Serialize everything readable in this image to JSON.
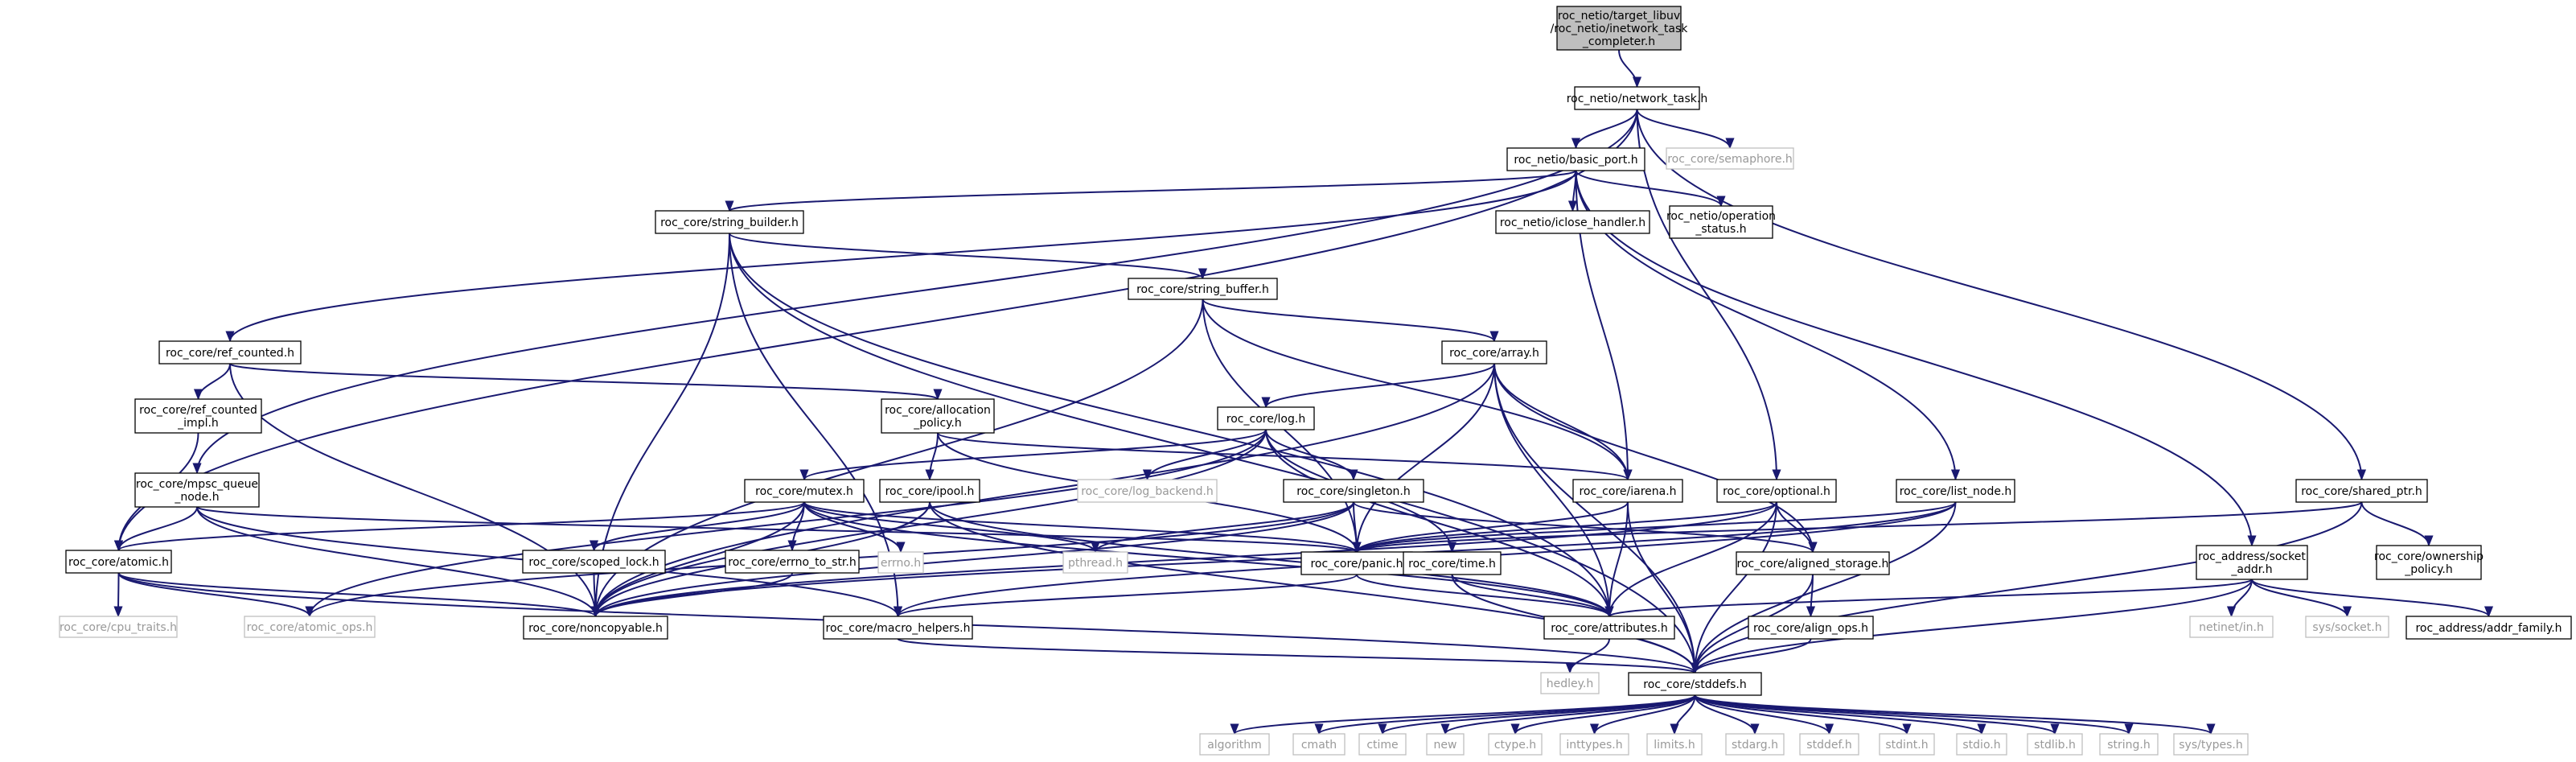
{
  "colors": {
    "edge": "#191970",
    "box_border": "#000000",
    "box_gray_border": "#bfbfbf",
    "root_fill": "#bfbfbf",
    "gray_text": "#999999"
  },
  "nodes": {
    "root": [
      "roc_netio/target_libuv",
      "/roc_netio/inetwork_task",
      "_completer.h"
    ],
    "network_task": [
      "roc_netio/network_task.h"
    ],
    "semaphore": [
      "roc_core/semaphore.h"
    ],
    "basic_port": [
      "roc_netio/basic_port.h"
    ],
    "string_builder": [
      "roc_core/string_builder.h"
    ],
    "iclose_handler": [
      "roc_netio/iclose_handler.h"
    ],
    "operation_status": [
      "roc_netio/operation",
      "_status.h"
    ],
    "string_buffer": [
      "roc_core/string_buffer.h"
    ],
    "ref_counted": [
      "roc_core/ref_counted.h"
    ],
    "array": [
      "roc_core/array.h"
    ],
    "ref_counted_impl": [
      "roc_core/ref_counted",
      "_impl.h"
    ],
    "allocation_policy": [
      "roc_core/allocation",
      "_policy.h"
    ],
    "log": [
      "roc_core/log.h"
    ],
    "mpsc_queue_node": [
      "roc_core/mpsc_queue",
      "_node.h"
    ],
    "mutex": [
      "roc_core/mutex.h"
    ],
    "ipool": [
      "roc_core/ipool.h"
    ],
    "log_backend": [
      "roc_core/log_backend.h"
    ],
    "singleton": [
      "roc_core/singleton.h"
    ],
    "iarena": [
      "roc_core/iarena.h"
    ],
    "optional": [
      "roc_core/optional.h"
    ],
    "list_node": [
      "roc_core/list_node.h"
    ],
    "shared_ptr": [
      "roc_core/shared_ptr.h"
    ],
    "atomic": [
      "roc_core/atomic.h"
    ],
    "scoped_lock": [
      "roc_core/scoped_lock.h"
    ],
    "errno_to_str": [
      "roc_core/errno_to_str.h"
    ],
    "errno": [
      "errno.h"
    ],
    "pthread": [
      "pthread.h"
    ],
    "panic": [
      "roc_core/panic.h"
    ],
    "aligned_storage": [
      "roc_core/aligned_storage.h"
    ],
    "socket_addr": [
      "roc_address/socket",
      "_addr.h"
    ],
    "ownership_policy": [
      "roc_core/ownership",
      "_policy.h"
    ],
    "cpu_traits": [
      "roc_core/cpu_traits.h"
    ],
    "atomic_ops": [
      "roc_core/atomic_ops.h"
    ],
    "noncopyable": [
      "roc_core/noncopyable.h"
    ],
    "macro_helpers": [
      "roc_core/macro_helpers.h"
    ],
    "time": [
      "roc_core/time.h"
    ],
    "attributes": [
      "roc_core/attributes.h"
    ],
    "align_ops": [
      "roc_core/align_ops.h"
    ],
    "netinet_in": [
      "netinet/in.h"
    ],
    "sys_socket": [
      "sys/socket.h"
    ],
    "addr_family": [
      "roc_address/addr_family.h"
    ],
    "hedley": [
      "hedley.h"
    ],
    "stddefs": [
      "roc_core/stddefs.h"
    ],
    "algorithm": [
      "algorithm"
    ],
    "cmath": [
      "cmath"
    ],
    "ctime": [
      "ctime"
    ],
    "new": [
      "new"
    ],
    "ctype": [
      "ctype.h"
    ],
    "inttypes": [
      "inttypes.h"
    ],
    "limits": [
      "limits.h"
    ],
    "stdarg": [
      "stdarg.h"
    ],
    "stddef": [
      "stddef.h"
    ],
    "stdint": [
      "stdint.h"
    ],
    "stdio": [
      "stdio.h"
    ],
    "stdlib": [
      "stdlib.h"
    ],
    "string": [
      "string.h"
    ],
    "sys_types": [
      "sys/types.h"
    ]
  },
  "edges": [
    [
      "root",
      "network_task"
    ],
    [
      "network_task",
      "basic_port"
    ],
    [
      "network_task",
      "semaphore"
    ],
    [
      "network_task",
      "atomic"
    ],
    [
      "network_task",
      "mpsc_queue_node"
    ],
    [
      "network_task",
      "optional"
    ],
    [
      "network_task",
      "shared_ptr"
    ],
    [
      "basic_port",
      "string_builder"
    ],
    [
      "basic_port",
      "iclose_handler"
    ],
    [
      "basic_port",
      "operation_status"
    ],
    [
      "basic_port",
      "ref_counted"
    ],
    [
      "basic_port",
      "iarena"
    ],
    [
      "basic_port",
      "list_node"
    ],
    [
      "basic_port",
      "socket_addr"
    ],
    [
      "string_builder",
      "string_buffer"
    ],
    [
      "string_builder",
      "noncopyable"
    ],
    [
      "string_builder",
      "stddefs"
    ],
    [
      "string_builder",
      "attributes"
    ],
    [
      "string_builder",
      "macro_helpers"
    ],
    [
      "string_buffer",
      "array"
    ],
    [
      "string_buffer",
      "noncopyable"
    ],
    [
      "string_buffer",
      "panic"
    ],
    [
      "string_buffer",
      "iarena"
    ],
    [
      "ref_counted",
      "allocation_policy"
    ],
    [
      "ref_counted",
      "ref_counted_impl"
    ],
    [
      "ref_counted",
      "noncopyable"
    ],
    [
      "ref_counted_impl",
      "atomic"
    ],
    [
      "array",
      "log"
    ],
    [
      "array",
      "iarena"
    ],
    [
      "array",
      "panic"
    ],
    [
      "array",
      "noncopyable"
    ],
    [
      "array",
      "aligned_storage"
    ],
    [
      "array",
      "attributes"
    ],
    [
      "array",
      "stddefs"
    ],
    [
      "allocation_policy",
      "ipool"
    ],
    [
      "allocation_policy",
      "iarena"
    ],
    [
      "allocation_policy",
      "panic"
    ],
    [
      "log",
      "mutex"
    ],
    [
      "log",
      "log_backend"
    ],
    [
      "log",
      "singleton"
    ],
    [
      "log",
      "noncopyable"
    ],
    [
      "log",
      "time"
    ],
    [
      "log",
      "attributes"
    ],
    [
      "log",
      "atomic_ops"
    ],
    [
      "mpsc_queue_node",
      "atomic"
    ],
    [
      "mpsc_queue_node",
      "noncopyable"
    ],
    [
      "mpsc_queue_node",
      "panic"
    ],
    [
      "mpsc_queue_node",
      "macro_helpers"
    ],
    [
      "mutex",
      "atomic"
    ],
    [
      "mutex",
      "scoped_lock"
    ],
    [
      "mutex",
      "errno_to_str"
    ],
    [
      "mutex",
      "errno"
    ],
    [
      "mutex",
      "pthread"
    ],
    [
      "mutex",
      "panic"
    ],
    [
      "mutex",
      "noncopyable"
    ],
    [
      "mutex",
      "attributes"
    ],
    [
      "ipool",
      "noncopyable"
    ],
    [
      "ipool",
      "attributes"
    ],
    [
      "ipool",
      "stddefs"
    ],
    [
      "singleton",
      "aligned_storage"
    ],
    [
      "singleton",
      "pthread"
    ],
    [
      "singleton",
      "panic"
    ],
    [
      "singleton",
      "noncopyable"
    ],
    [
      "singleton",
      "atomic_ops"
    ],
    [
      "iarena",
      "panic"
    ],
    [
      "iarena",
      "attributes"
    ],
    [
      "iarena",
      "stddefs"
    ],
    [
      "optional",
      "aligned_storage"
    ],
    [
      "optional",
      "panic"
    ],
    [
      "optional",
      "attributes"
    ],
    [
      "optional",
      "noncopyable"
    ],
    [
      "optional",
      "stddefs"
    ],
    [
      "list_node",
      "panic"
    ],
    [
      "list_node",
      "noncopyable"
    ],
    [
      "list_node",
      "stddefs"
    ],
    [
      "list_node",
      "macro_helpers"
    ],
    [
      "shared_ptr",
      "ownership_policy"
    ],
    [
      "shared_ptr",
      "panic"
    ],
    [
      "shared_ptr",
      "stddefs"
    ],
    [
      "atomic",
      "cpu_traits"
    ],
    [
      "atomic",
      "atomic_ops"
    ],
    [
      "atomic",
      "noncopyable"
    ],
    [
      "atomic",
      "stddefs"
    ],
    [
      "scoped_lock",
      "noncopyable"
    ],
    [
      "errno_to_str",
      "noncopyable"
    ],
    [
      "panic",
      "attributes"
    ],
    [
      "panic",
      "macro_helpers"
    ],
    [
      "aligned_storage",
      "align_ops"
    ],
    [
      "aligned_storage",
      "stddefs"
    ],
    [
      "socket_addr",
      "addr_family"
    ],
    [
      "socket_addr",
      "netinet_in"
    ],
    [
      "socket_addr",
      "sys_socket"
    ],
    [
      "socket_addr",
      "attributes"
    ],
    [
      "socket_addr",
      "stddefs"
    ],
    [
      "time",
      "attributes"
    ],
    [
      "time",
      "stddefs"
    ],
    [
      "align_ops",
      "stddefs"
    ],
    [
      "attributes",
      "hedley"
    ],
    [
      "macro_helpers",
      "stddefs"
    ],
    [
      "stddefs",
      "algorithm"
    ],
    [
      "stddefs",
      "cmath"
    ],
    [
      "stddefs",
      "ctime"
    ],
    [
      "stddefs",
      "new"
    ],
    [
      "stddefs",
      "ctype"
    ],
    [
      "stddefs",
      "inttypes"
    ],
    [
      "stddefs",
      "limits"
    ],
    [
      "stddefs",
      "stdarg"
    ],
    [
      "stddefs",
      "stddef"
    ],
    [
      "stddefs",
      "stdint"
    ],
    [
      "stddefs",
      "stdio"
    ],
    [
      "stddefs",
      "stdlib"
    ],
    [
      "stddefs",
      "string"
    ],
    [
      "stddefs",
      "sys_types"
    ]
  ]
}
